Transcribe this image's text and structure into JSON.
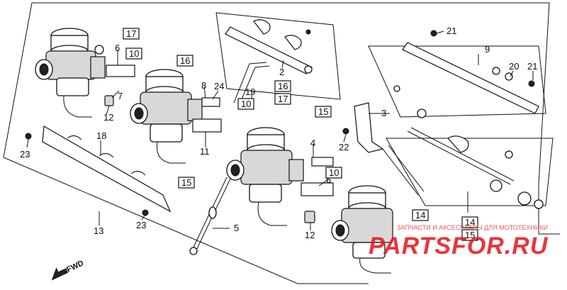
{
  "callouts": {
    "c2": "2",
    "c3": "3",
    "c4": "4",
    "c5": "5",
    "c6a": "6",
    "c6b": "6",
    "c7": "7",
    "c8": "8",
    "c9": "9",
    "c11": "11",
    "c12a": "12",
    "c12b": "12",
    "c13": "13",
    "c18": "18",
    "c19": "19",
    "c20": "20",
    "c21a": "21",
    "c21b": "21",
    "c22": "22",
    "c23a": "23",
    "c23b": "23",
    "c24": "24"
  },
  "boxed": {
    "b17a": "17",
    "b17b": "17",
    "b10a": "10",
    "b10b": "10",
    "b10c": "10",
    "b16a": "16",
    "b16b": "16",
    "b15a": "15",
    "b15b": "15",
    "b15c": "15",
    "b14a": "14",
    "b14b": "14"
  },
  "fwd_label": "FWD",
  "watermark": {
    "brand": "PARTSFOR.RU",
    "tagline": "ЗАПЧАСТИ И АКСЕССУАРЫ ДЛЯ МОТОТЕХНИКИ"
  },
  "colors": {
    "line": "#111111",
    "watermark": "#e2141c",
    "background": "#ffffff"
  }
}
